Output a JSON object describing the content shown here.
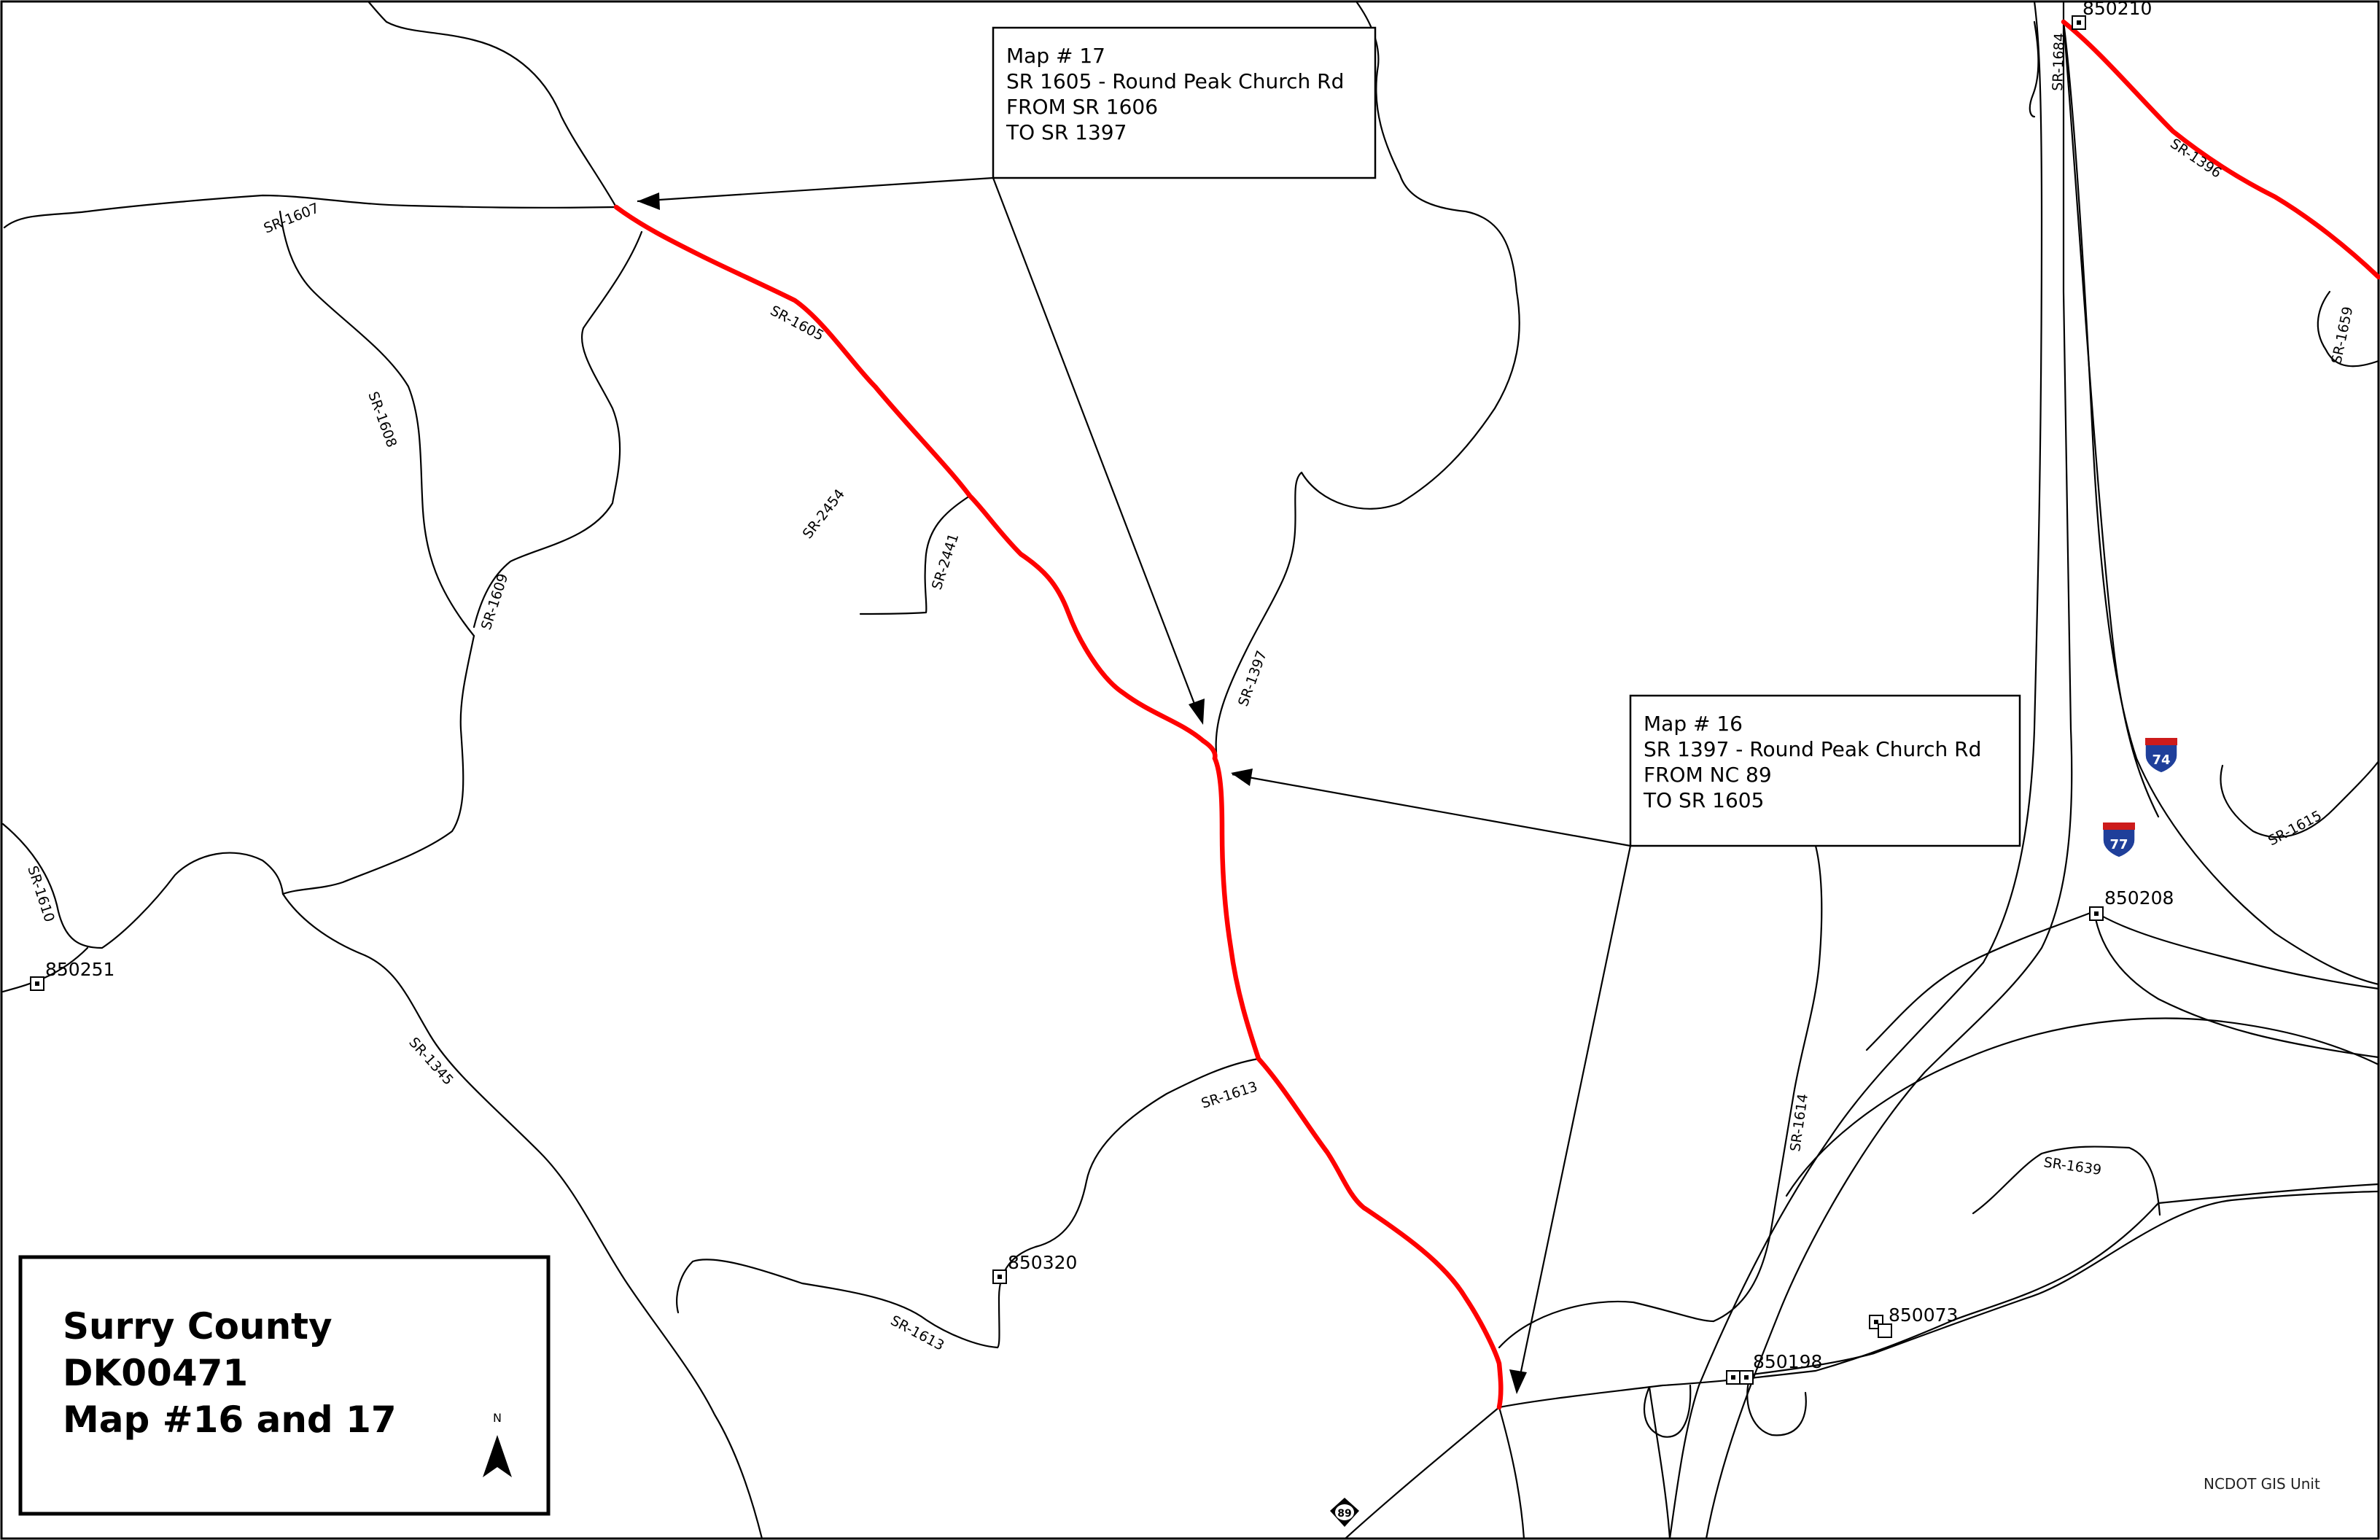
{
  "title": {
    "line1": "Surry County",
    "line2": "DK00471",
    "line3": "Map #16 and 17"
  },
  "north_arrow_label": "N",
  "credit": "NCDOT GIS Unit",
  "callouts": {
    "map17": {
      "line1": "Map # 17",
      "line2": "SR 1605 - Round Peak Church Rd",
      "line3": "FROM SR 1606",
      "line4": "TO SR 1397"
    },
    "map16": {
      "line1": "Map # 16",
      "line2": "SR 1397 - Round Peak Church Rd",
      "line3": "FROM NC 89",
      "line4": "TO SR 1605"
    }
  },
  "road_labels": {
    "sr1607": "SR-1607",
    "sr1605": "SR-1605",
    "sr1608": "SR-1608",
    "sr1609": "SR-1609",
    "sr1610": "SR-1610",
    "sr2454": "SR-2454",
    "sr2441": "SR-2441",
    "sr1397": "SR-1397",
    "sr1345": "SR-1345",
    "sr1613a": "SR-1613",
    "sr1613b": "SR-1613",
    "sr1614": "SR-1614",
    "sr1639": "SR-1639",
    "sr1684": "SR-1684",
    "sr1396": "SR-1396",
    "sr1659": "SR-1659",
    "sr1615": "SR-1615"
  },
  "nodes": {
    "n850210": "850210",
    "n850251": "850251",
    "n850208": "850208",
    "n850320": "850320",
    "n850198": "850198",
    "n850073": "850073"
  },
  "shields": {
    "i74": "74",
    "i77": "77",
    "nc89": "89"
  },
  "colors": {
    "highlighted_route": "#ff0000",
    "road": "#000000",
    "interstate_blue": "#1f3f9a",
    "interstate_red": "#cc1b1b"
  }
}
